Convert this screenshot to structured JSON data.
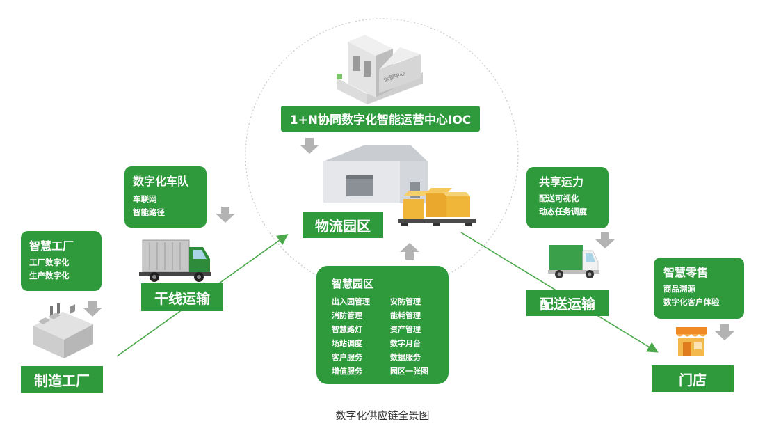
{
  "colors": {
    "green": "#2e9a3b",
    "arrow_green": "#4aa84a",
    "gray_arrow": "#b3b3b3",
    "circle": "#c8c8c8"
  },
  "ioc": {
    "title": "1+N协同数字化智能运营中心IOC",
    "building_sign": "运营中心"
  },
  "park": {
    "label": "物流园区"
  },
  "fleet": {
    "title": "数字化车队",
    "items": [
      "车联网",
      "智能路径"
    ]
  },
  "trunk": {
    "label": "干线运输"
  },
  "factory": {
    "title": "智慧工厂",
    "items": [
      "工厂数字化",
      "生产数字化"
    ],
    "label": "制造工厂"
  },
  "smart_park": {
    "title": "智慧园区",
    "items": [
      "出入园管理",
      "安防管理",
      "消防管理",
      "能耗管理",
      "智慧路灯",
      "资产管理",
      "场站调度",
      "数字月台",
      "客户服务",
      "数据服务",
      "增值服务",
      "园区一张图"
    ]
  },
  "shared": {
    "title": "共享运力",
    "items": [
      "配送可视化",
      "动态任务调度"
    ]
  },
  "delivery": {
    "label": "配送运输"
  },
  "retail": {
    "title": "智慧零售",
    "items": [
      "商品溯源",
      "数字化客户体验"
    ]
  },
  "store": {
    "label": "门店"
  },
  "caption": "数字化供应链全景图",
  "icons": [
    "building-icon",
    "warehouse-icon",
    "truck-icon",
    "van-icon",
    "factory-icon",
    "store-icon"
  ]
}
